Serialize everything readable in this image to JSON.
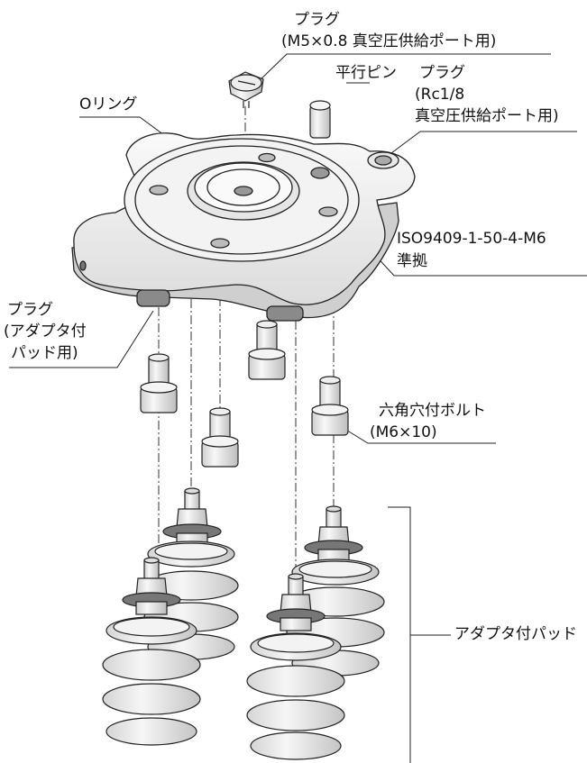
{
  "labels": {
    "plug_top_line1": "プラグ",
    "plug_top_line2": "(M5×0.8 真空圧供給ポート用)",
    "parallel_pin": "平行ピン",
    "plug_rc_line1": "プラグ",
    "plug_rc_line2": "(Rc1/8",
    "plug_rc_line3": "真空圧供給ポート用)",
    "oring": "Oリング",
    "iso_line1": "ISO9409-1-50-4-M6",
    "iso_line2": "準拠",
    "plug_left_line1": "プラグ",
    "plug_left_line2": "(アダプタ付",
    "plug_left_line3": "パッド用)",
    "bolt_line1": "六角穴付ボルト",
    "bolt_line2": "(M6×10)",
    "pad_label": "アダプタ付パッド"
  },
  "colors": {
    "line": "#222222",
    "part_fill": "#f2f2f2",
    "part_shade": "#d9d9d9"
  }
}
